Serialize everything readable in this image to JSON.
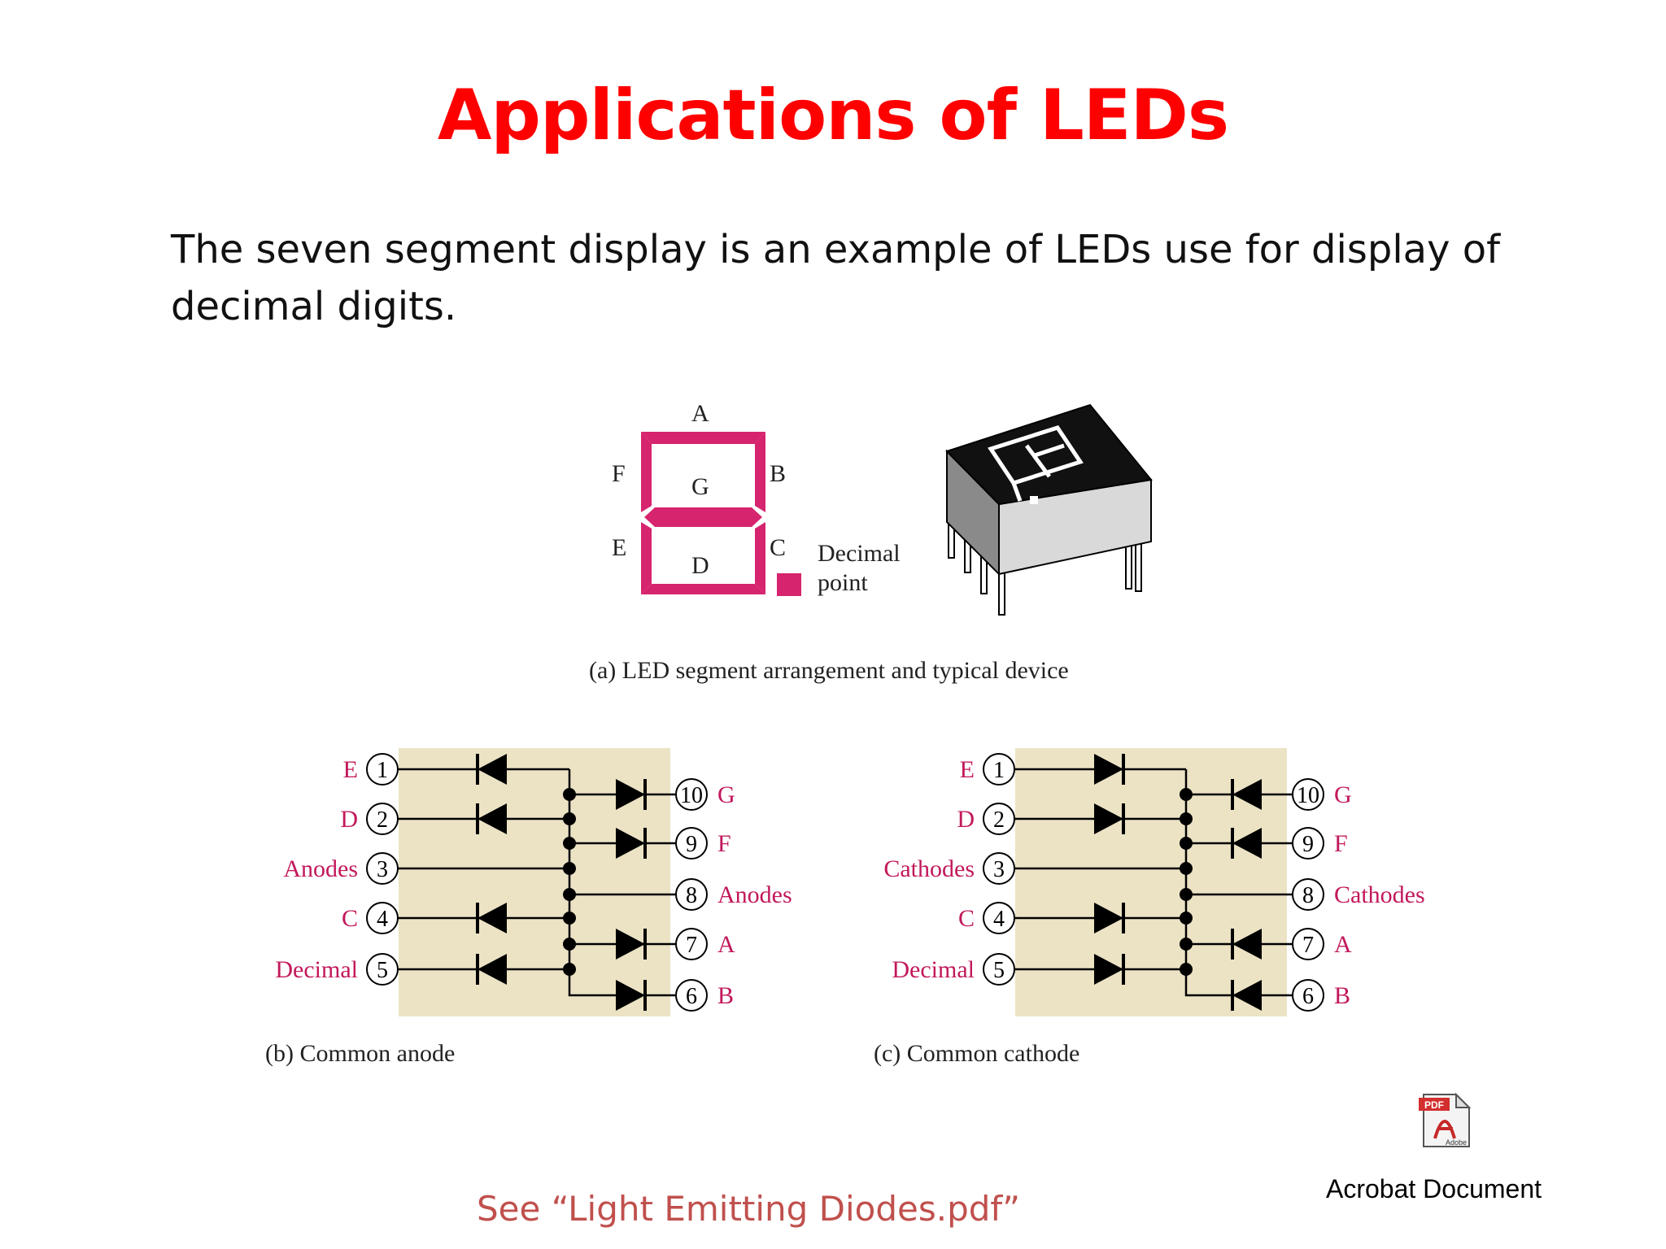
{
  "slide": {
    "title": "Applications of LEDs",
    "body_line1": "The seven segment display is an example of LEDs use for display of",
    "body_line2": "decimal digits.",
    "footer_link": "See “Light Emitting Diodes.pdf”",
    "attachment": {
      "label": "Acrobat Document",
      "icon": "pdf-file-icon",
      "badge": "PDF",
      "brand": "Adobe"
    }
  },
  "colors": {
    "title": "#ff0000",
    "segment": "#d6246e",
    "pin_label": "#c2185b",
    "footer": "#c0504d",
    "panel_bg": "#ebe3c4"
  },
  "figure_a": {
    "segments": {
      "a": "A",
      "b": "B",
      "c": "C",
      "d": "D",
      "e": "E",
      "f": "F",
      "g": "G"
    },
    "dp_label_1": "Decimal",
    "dp_label_2": "point",
    "caption": "(a) LED segment arrangement and typical device"
  },
  "figure_b": {
    "caption": "(b) Common anode",
    "left_pins": [
      {
        "num": "1",
        "label": "E"
      },
      {
        "num": "2",
        "label": "D"
      },
      {
        "num": "3",
        "label": "Anodes"
      },
      {
        "num": "4",
        "label": "C"
      },
      {
        "num": "5",
        "label": "Decimal"
      }
    ],
    "right_pins": [
      {
        "num": "10",
        "label": "G"
      },
      {
        "num": "9",
        "label": "F"
      },
      {
        "num": "8",
        "label": "Anodes"
      },
      {
        "num": "7",
        "label": "A"
      },
      {
        "num": "6",
        "label": "B"
      }
    ]
  },
  "figure_c": {
    "caption": "(c) Common cathode",
    "left_pins": [
      {
        "num": "1",
        "label": "E"
      },
      {
        "num": "2",
        "label": "D"
      },
      {
        "num": "3",
        "label": "Cathodes"
      },
      {
        "num": "4",
        "label": "C"
      },
      {
        "num": "5",
        "label": "Decimal"
      }
    ],
    "right_pins": [
      {
        "num": "10",
        "label": "G"
      },
      {
        "num": "9",
        "label": "F"
      },
      {
        "num": "8",
        "label": "Cathodes"
      },
      {
        "num": "7",
        "label": "A"
      },
      {
        "num": "6",
        "label": "B"
      }
    ]
  }
}
